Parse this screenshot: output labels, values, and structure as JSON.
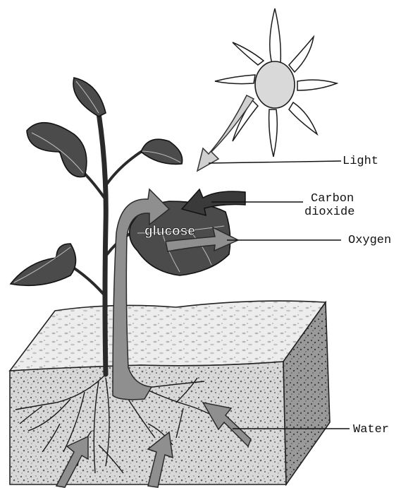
{
  "labels": {
    "light": "Light",
    "carbon_dioxide_line1": "Carbon",
    "carbon_dioxide_line2": "dioxide",
    "oxygen": "Oxygen",
    "water": "Water",
    "glucose": "glucose"
  },
  "colors": {
    "leaf": "#4b4b4b",
    "sun_disc": "#d9d9d9",
    "soil_top": "#e6e6e6",
    "soil_front": "#cfcfcf",
    "soil_side": "#8c8c8c"
  }
}
